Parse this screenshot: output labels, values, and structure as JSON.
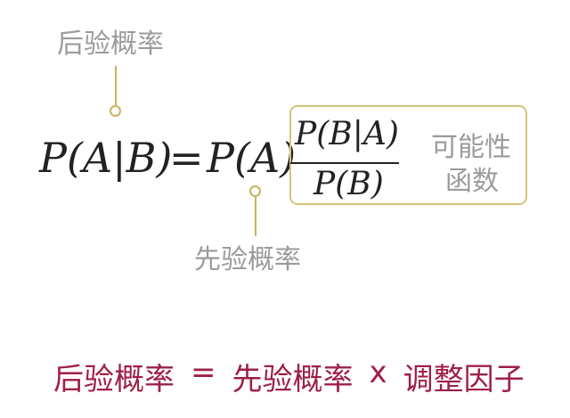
{
  "labels": {
    "posterior": "后验概率",
    "prior": "先验概率",
    "likelihood_line1": "可能性",
    "likelihood_line2": "函数"
  },
  "formula": {
    "lhs": "P(A|B)",
    "equals": "=",
    "prior_term": "P(A)",
    "numerator": "P(B|A)",
    "denominator": "P(B)"
  },
  "summary": {
    "posterior": "后验概率",
    "equals": "=",
    "prior": "先验概率",
    "times": "x",
    "factor": "调整因子"
  },
  "colors": {
    "label_gray": "#9b9b9b",
    "connector_gold": "#c9b35e",
    "summary_red": "#9e2046"
  }
}
